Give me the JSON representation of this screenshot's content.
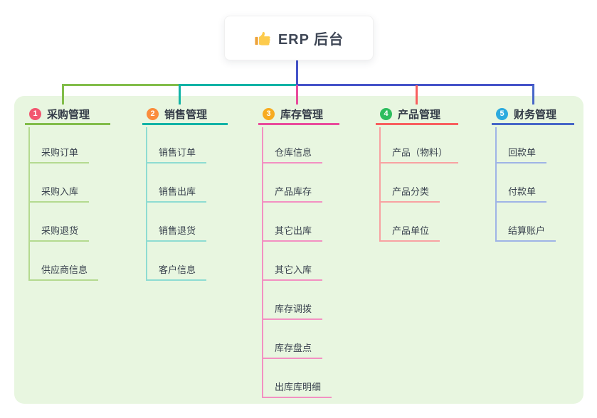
{
  "root": {
    "title": "ERP 后台",
    "icon": "thumbs-up"
  },
  "connector": {
    "color": "#4553c9"
  },
  "panel_bg": "#e8f6e0",
  "branches": [
    {
      "badge": "1",
      "label": "采购管理",
      "badge_color": "#f25670",
      "line_color": "#82bd4a",
      "light_color": "#b4da90",
      "children": [
        "采购订单",
        "采购入库",
        "采购退货",
        "供应商信息"
      ]
    },
    {
      "badge": "2",
      "label": "销售管理",
      "badge_color": "#fa8c3c",
      "line_color": "#12b3a6",
      "light_color": "#8edcd2",
      "children": [
        "销售订单",
        "销售出库",
        "销售退货",
        "客户信息"
      ]
    },
    {
      "badge": "3",
      "label": "库存管理",
      "badge_color": "#f7ab20",
      "line_color": "#e94c9c",
      "light_color": "#f390c2",
      "children": [
        "仓库信息",
        "产品库存",
        "其它出库",
        "其它入库",
        "库存调拨",
        "库存盘点",
        "出库库明细"
      ]
    },
    {
      "badge": "4",
      "label": "产品管理",
      "badge_color": "#2dbd5e",
      "line_color": "#f85f5f",
      "light_color": "#f8a2a2",
      "children": [
        "产品（物料）",
        "产品分类",
        "产品单位"
      ]
    },
    {
      "badge": "5",
      "label": "财务管理",
      "badge_color": "#2caade",
      "line_color": "#4767c8",
      "light_color": "#9fb4e6",
      "children": [
        "回款单",
        "付款单",
        "结算账户"
      ]
    }
  ]
}
